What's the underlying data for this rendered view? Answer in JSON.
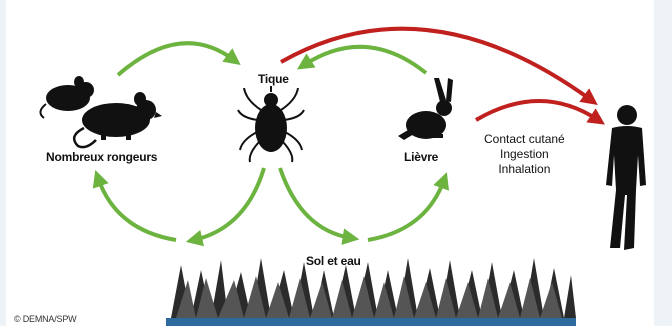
{
  "labels": {
    "rodents": "Nombreux rongeurs",
    "tick": "Tique",
    "hare": "Lièvre",
    "soil_water": "Sol et eau",
    "credit": "© DEMNA/SPW"
  },
  "transmission_routes": [
    "Contact cutané",
    "Ingestion",
    "Inhalation"
  ],
  "colors": {
    "green_arrow": "#6cb33f",
    "red_arrow": "#c0211f",
    "silhouette": "#111111",
    "grass_base": "#2c6aa0"
  },
  "icons": {
    "rodents": "rodents-icon",
    "tick": "tick-icon",
    "hare": "hare-icon",
    "human": "human-silhouette-icon",
    "grass": "grass-icon"
  }
}
